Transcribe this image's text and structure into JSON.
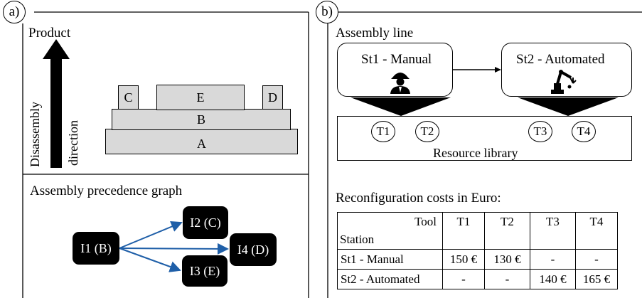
{
  "panel_a": {
    "label": "a)",
    "product": {
      "title": "Product",
      "arrow_label_1": "Disassembly",
      "arrow_label_2": "direction",
      "parts": {
        "A": "A",
        "B": "B",
        "C": "C",
        "D": "D",
        "E": "E"
      }
    },
    "graph": {
      "title": "Assembly precedence graph",
      "nodes": {
        "i1": "I1 (B)",
        "i2": "I2 (C)",
        "i3": "I3 (E)",
        "i4": "I4 (D)"
      },
      "edge_color": "#1f5fa8"
    }
  },
  "panel_b": {
    "label": "b)",
    "assembly_line": {
      "title": "Assembly line",
      "st1": "St1 - Manual",
      "st2": "St2 - Automated",
      "st1_icon": "worker-icon",
      "st2_icon": "robot-arm-icon"
    },
    "resource_library": {
      "label": "Resource library",
      "tools": [
        "T1",
        "T2",
        "T3",
        "T4"
      ]
    },
    "costs": {
      "title": "Reconfiguration costs in Euro:",
      "header_tool": "Tool",
      "header_station": "Station",
      "columns": [
        "T1",
        "T2",
        "T3",
        "T4"
      ],
      "rows": [
        {
          "station": "St1 - Manual",
          "values": [
            "150 €",
            "130 €",
            "-",
            "-"
          ]
        },
        {
          "station": "St2 - Automated",
          "values": [
            "-",
            "-",
            "140 €",
            "165 €"
          ]
        }
      ]
    }
  }
}
